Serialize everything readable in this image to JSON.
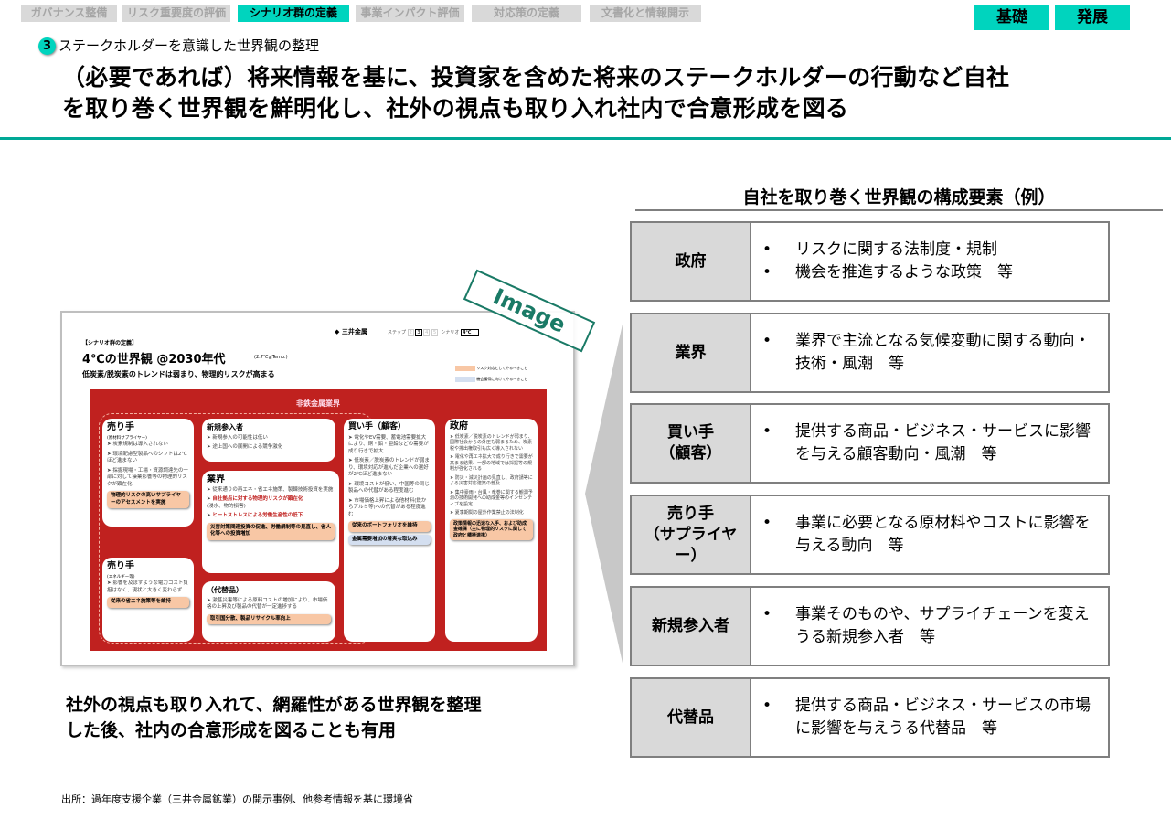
{
  "nav": {
    "tabs": [
      "ガバナンス整備",
      "リスク重要度の評価",
      "シナリオ群の定義",
      "事業インパクト評価",
      "対応策の定義",
      "文書化と情報開示"
    ],
    "active": 2,
    "levels": [
      "基礎",
      "発展"
    ]
  },
  "section": {
    "number": "3",
    "label": "ステークホルダーを意識した世界観の整理"
  },
  "headline": [
    "（必要であれば）将来情報を基に、投資家を含めた将来のステークホルダーの行動など自社",
    "を取り巻く世界観を鮮明化し、社外の視点も取り入れ社内で合意形成を図る"
  ],
  "image": {
    "stamp": "Image",
    "tag": "【シナリオ群の定義】",
    "title": "4℃の世界観 @2030年代",
    "temp": "(2.7℃≦Temp.)",
    "subtitle": "低炭素/脱炭素のトレンドは弱まり、物理的リスクが高まる",
    "company": "三井金属",
    "step_label": "ステップ",
    "steps": [
      "2",
      "3",
      "4",
      "5"
    ],
    "scenario_label": "シナリオ",
    "scenario": "4℃",
    "legend": [
      "リスク対応としてやるべきこと",
      "機会獲得に向けてやるべきこと"
    ],
    "panel_title": "非鉄金属業界",
    "boxes": {
      "supplier": {
        "title": "売り手",
        "sub": "(原材料サプライヤー)",
        "items": [
          "炭素規制は導入されない",
          "環境配慮型製品へのシフトは2℃ほど進まない",
          "採掘現場・工場・資源調達先の一部に対して操業影響等の物理的リスクが顕在化"
        ],
        "action": "物理的リスクの高いサプライヤーのアセスメントを実施"
      },
      "energy": {
        "title": "売り手",
        "sub": "(エネルギー等)",
        "items": [
          "影響を及ぼすような電力コスト負担はなく、現状と大きく変わらず"
        ],
        "action": "従来の省エネ施策等を維持"
      },
      "entrant": {
        "title": "新規参入者",
        "items": [
          "新規参入の可能性は低い",
          "途上国への展開による競争激化"
        ]
      },
      "industry": {
        "title": "業界",
        "items": [
          "従来通りの再エネ・省エネ施策、製錬技術投資を実施",
          "自社拠点に対する物理的リスクが顕在化",
          "(浸水、物的損害)",
          "ヒートストレスによる労働生産性の低下"
        ],
        "action": "災害対策関連投資の促進、労働規制等の見直し、省人化等への投資増加"
      },
      "substitute": {
        "title": "（代替品）",
        "items": [
          "激甚災害等による原料コストの増加により、市場価格の上昇及び製品の代替が一定進捗する"
        ],
        "action": "取引国分散、製品リサイクル率向上"
      },
      "buyer": {
        "title": "買い手（顧客）",
        "items": [
          "電化やEV需要、蓄電池需要拡大により、銅・鉛・亜鉛などの需要が成り行きで拡大",
          "低炭素／脱炭素のトレンドが弱まり、環境対応が進んだ企業への選好が2℃ほど進まない",
          "環境コストが低い、中国等の同じ製品への代替がある程度進む",
          "市場価格上昇による他材料(鉄からアルミ等)への代替がある程度進む"
        ],
        "action": "従来のポートフォリオを維持",
        "action2": "金属需要増加の着実な取込み"
      },
      "gov": {
        "title": "政府",
        "items": [
          "低炭素／脱炭素のトレンドが弱まり、国際社会からの外圧も弱まるため、炭素税や排出権取引も広く導入されない",
          "電化や再エネ拡大で成り行きで需要が高まる結果、一部の地域では採掘等の規制が強化される",
          "防災・減災計画の見直し、政府請等による災害対応建築の普及",
          "集中豪雨・台風・竜巻に関する観測予測の技術開発への助成金等のインセンティブを設定",
          "夏季期間の屋外作業禁止の法制化"
        ],
        "action": "政策情報の迅速な入手、および助成金確保（主に物理的リスクに関して政府と積極連携）"
      }
    }
  },
  "caption": [
    "社外の視点も取り入れて、網羅性がある世界観を整理",
    "した後、社内の合意形成を図ることも有用"
  ],
  "table": {
    "heading": "自社を取り巻く世界観の構成要素（例）",
    "rows": [
      {
        "label": "政府",
        "bullets": [
          "リスクに関する法制度・規制",
          "機会を推進するような政策　等"
        ]
      },
      {
        "label": "業界",
        "bullets": [
          "業界で主流となる気候変動に関する動向・技術・風潮　等"
        ]
      },
      {
        "label": "買い手\n（顧客）",
        "bullets": [
          "提供する商品・ビジネス・サービスに影響を与える顧客動向・風潮　等"
        ]
      },
      {
        "label": "売り手\n（サプライヤー）",
        "bullets": [
          "事業に必要となる原材料やコストに影響を与える動向　等"
        ]
      },
      {
        "label": "新規参入者",
        "bullets": [
          "事業そのものや、サプライチェーンを変えうる新規参入者　等"
        ]
      },
      {
        "label": "代替品",
        "bullets": [
          "提供する商品・ビジネス・サービスの市場に影響を与えうる代替品　等"
        ]
      }
    ]
  },
  "source": "出所：過年度支援企業（三井金属鉱業）の開示事例、他参考情報を基に環境省",
  "colors": {
    "accent": "#00d4be",
    "rule": "#00a896",
    "panel": "#c0211f"
  }
}
